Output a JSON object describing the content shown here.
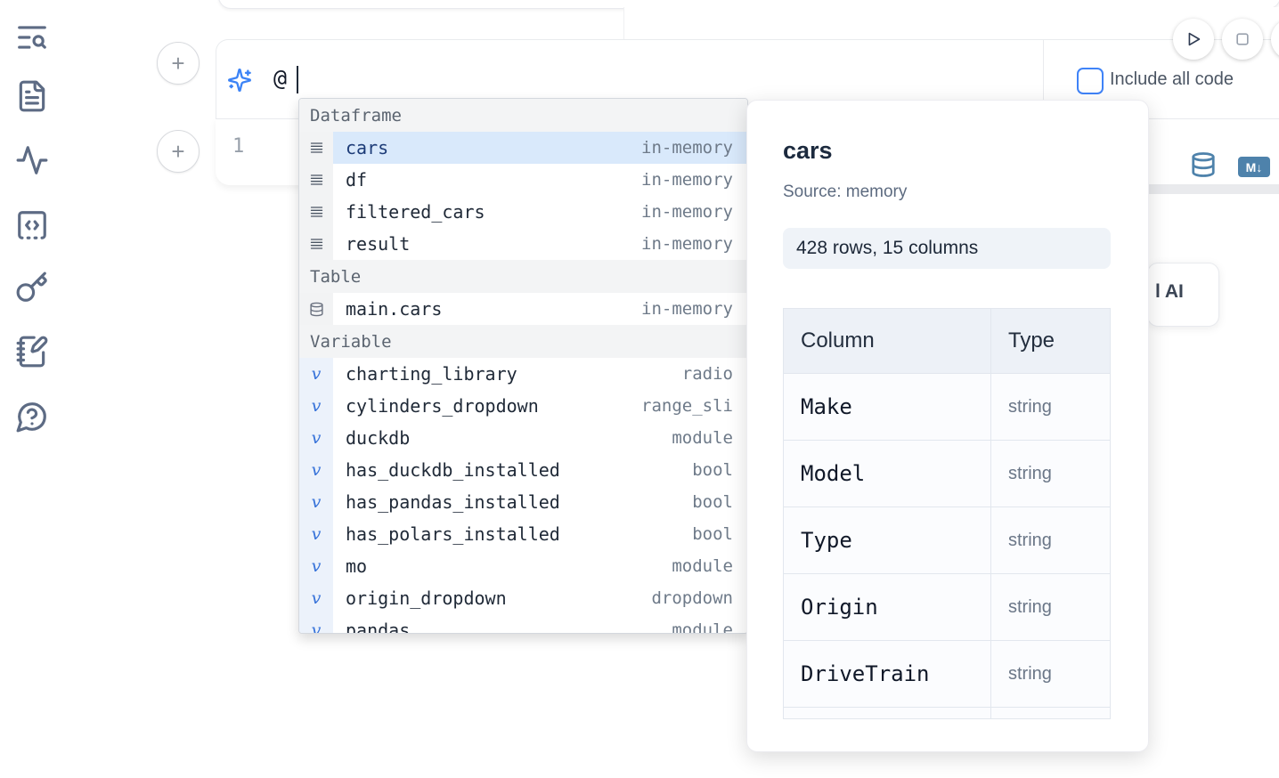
{
  "colors": {
    "accent_blue": "#3c83f6",
    "selection_bg": "#d9e9fb",
    "steel_blue": "#4e82ab",
    "sidebar_icon": "#5d6b84",
    "checkbox_blue": "#3f83f8"
  },
  "sidebar": {
    "items": [
      {
        "id": "search",
        "icon": "text-search-icon"
      },
      {
        "id": "files",
        "icon": "file-text-icon"
      },
      {
        "id": "tracing",
        "icon": "activity-icon"
      },
      {
        "id": "scratchpad",
        "icon": "code-square-icon"
      },
      {
        "id": "secrets",
        "icon": "key-icon"
      },
      {
        "id": "notebook",
        "icon": "notebook-pen-icon"
      },
      {
        "id": "help",
        "icon": "help-circle-icon"
      }
    ]
  },
  "add_cell_buttons": {
    "top_label": "+",
    "bottom_label": "+"
  },
  "cell_toolbar": {
    "play_icon": "play-icon",
    "stop_icon": "stop-icon"
  },
  "ai_input": {
    "icon": "sparkles-icon",
    "typed_text": "@",
    "checkbox_label": "Include all code",
    "checkbox_checked": false
  },
  "code_cell": {
    "line_number": "1",
    "database_icon": "database-icon",
    "markdown_badge": "M↓"
  },
  "ai_button_fragment": {
    "text": "l AI"
  },
  "autocomplete": {
    "sections": [
      {
        "label": "Dataframe",
        "item_icon": "rows-icon",
        "items": [
          {
            "name": "cars",
            "detail": "in-memory",
            "selected": true
          },
          {
            "name": "df",
            "detail": "in-memory",
            "selected": false
          },
          {
            "name": "filtered_cars",
            "detail": "in-memory",
            "selected": false
          },
          {
            "name": "result",
            "detail": "in-memory",
            "selected": false
          }
        ]
      },
      {
        "label": "Table",
        "item_icon": "database-small-icon",
        "items": [
          {
            "name": "main.cars",
            "detail": "in-memory",
            "selected": false
          }
        ]
      },
      {
        "label": "Variable",
        "item_icon": "variable-icon",
        "items": [
          {
            "name": "charting_library",
            "detail": "radio",
            "selected": false
          },
          {
            "name": "cylinders_dropdown",
            "detail": "range_sli",
            "selected": false
          },
          {
            "name": "duckdb",
            "detail": "module",
            "selected": false
          },
          {
            "name": "has_duckdb_installed",
            "detail": "bool",
            "selected": false
          },
          {
            "name": "has_pandas_installed",
            "detail": "bool",
            "selected": false
          },
          {
            "name": "has_polars_installed",
            "detail": "bool",
            "selected": false
          },
          {
            "name": "mo",
            "detail": "module",
            "selected": false
          },
          {
            "name": "origin_dropdown",
            "detail": "dropdown",
            "selected": false
          },
          {
            "name": "pandas",
            "detail": "module",
            "selected": false,
            "partial": true
          }
        ]
      }
    ]
  },
  "preview_panel": {
    "title": "cars",
    "source_label": "Source: memory",
    "shape_badge": "428 rows, 15 columns",
    "table": {
      "headers": [
        "Column",
        "Type"
      ],
      "rows": [
        [
          "Make",
          "string"
        ],
        [
          "Model",
          "string"
        ],
        [
          "Type",
          "string"
        ],
        [
          "Origin",
          "string"
        ],
        [
          "DriveTrain",
          "string"
        ]
      ],
      "partial_row_visible": true
    }
  }
}
